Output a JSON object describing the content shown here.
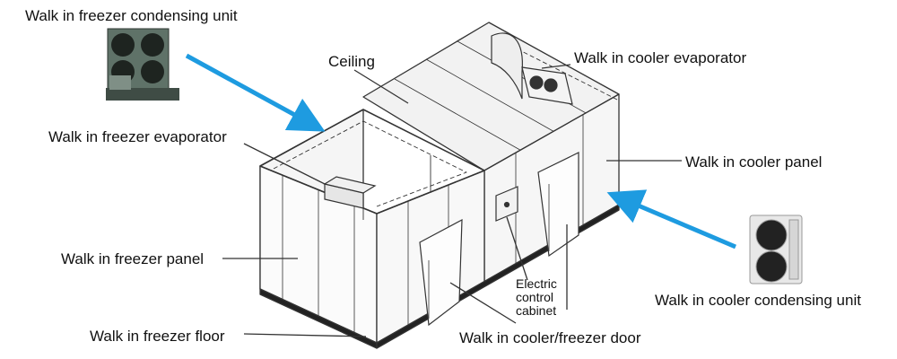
{
  "labels": {
    "freezer_condensing_unit": "Walk in freezer condensing unit",
    "ceiling": "Ceiling",
    "cooler_evaporator": "Walk in cooler evaporator",
    "freezer_evaporator": "Walk in freezer evaporator",
    "cooler_panel": "Walk in cooler panel",
    "freezer_panel": "Walk in freezer panel",
    "cooler_condensing_unit": "Walk in cooler condensing unit",
    "freezer_floor": "Walk in freezer floor",
    "door": "Walk in cooler/freezer door",
    "cabinet_line1": "Electric",
    "cabinet_line2": "control",
    "cabinet_line3": "cabinet"
  },
  "colors": {
    "arrow": "#1e9be0",
    "line": "#333333",
    "unit_body": "#5f7268",
    "outdoor_unit": "#e8e8e8",
    "panel_fill": "#f7f7f7",
    "floor_strip": "#222222"
  }
}
